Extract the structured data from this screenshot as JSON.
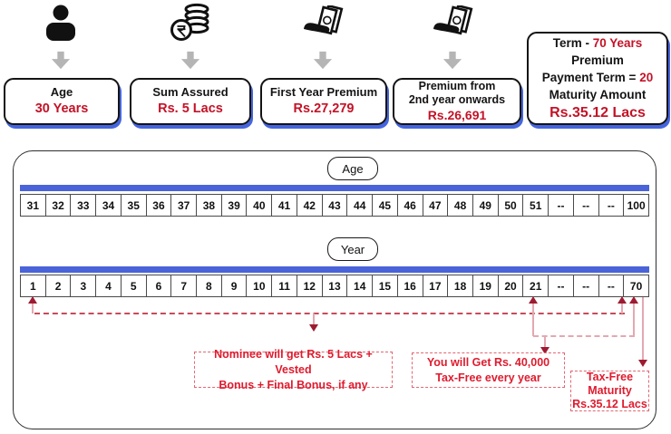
{
  "colors": {
    "value_red": "#c41227",
    "annotation_red": "#df1b2e",
    "accent_blue": "#4a63d8",
    "arrow_dark_red": "#9e1b32",
    "arrow_light_pink": "#e3a8b2",
    "gray_arrow": "#b5b5b5"
  },
  "top_cards": {
    "age": {
      "icon": "person-icon",
      "label": "Age",
      "value": "30 Years"
    },
    "sum_assured": {
      "icon": "rupee-coins-icon",
      "label": "Sum Assured",
      "value": "Rs. 5 Lacs"
    },
    "first_premium": {
      "icon": "money-hand-icon",
      "label": "First Year Premium",
      "value": "Rs.27,279"
    },
    "renewal_premium": {
      "icon": "money-hand-icon",
      "label_line1": "Premium from",
      "label_line2": "2nd year onwards",
      "value": "Rs.26,691"
    },
    "term": {
      "line1_black": "Term - ",
      "line1_red": "70 Years",
      "line2": "Premium",
      "line3_black": "Payment Term = ",
      "line3_red": "20",
      "line4": "Maturity Amount",
      "line5_red": "Rs.35.12 Lacs"
    }
  },
  "timeline": {
    "age_row": {
      "label": "Age",
      "cells": [
        "31",
        "32",
        "33",
        "34",
        "35",
        "36",
        "37",
        "38",
        "39",
        "40",
        "41",
        "42",
        "43",
        "44",
        "45",
        "46",
        "47",
        "48",
        "49",
        "50",
        "51",
        "--",
        "--",
        "--",
        "100"
      ]
    },
    "year_row": {
      "label": "Year",
      "cells": [
        "1",
        "2",
        "3",
        "4",
        "5",
        "6",
        "7",
        "8",
        "9",
        "10",
        "11",
        "12",
        "13",
        "14",
        "15",
        "16",
        "17",
        "18",
        "19",
        "20",
        "21",
        "--",
        "--",
        "--",
        "70"
      ]
    }
  },
  "annotations": {
    "nominee": {
      "line1": "Nominee will get Rs. 5 Lacs + Vested",
      "line2": "Bonus + Final Bonus, if any"
    },
    "annual_payout": {
      "line1": "You will Get Rs. 40,000",
      "line2": "Tax-Free every year"
    },
    "maturity": {
      "line1": "Tax-Free",
      "line2": "Maturity",
      "line3": "Rs.35.12 Lacs"
    }
  }
}
